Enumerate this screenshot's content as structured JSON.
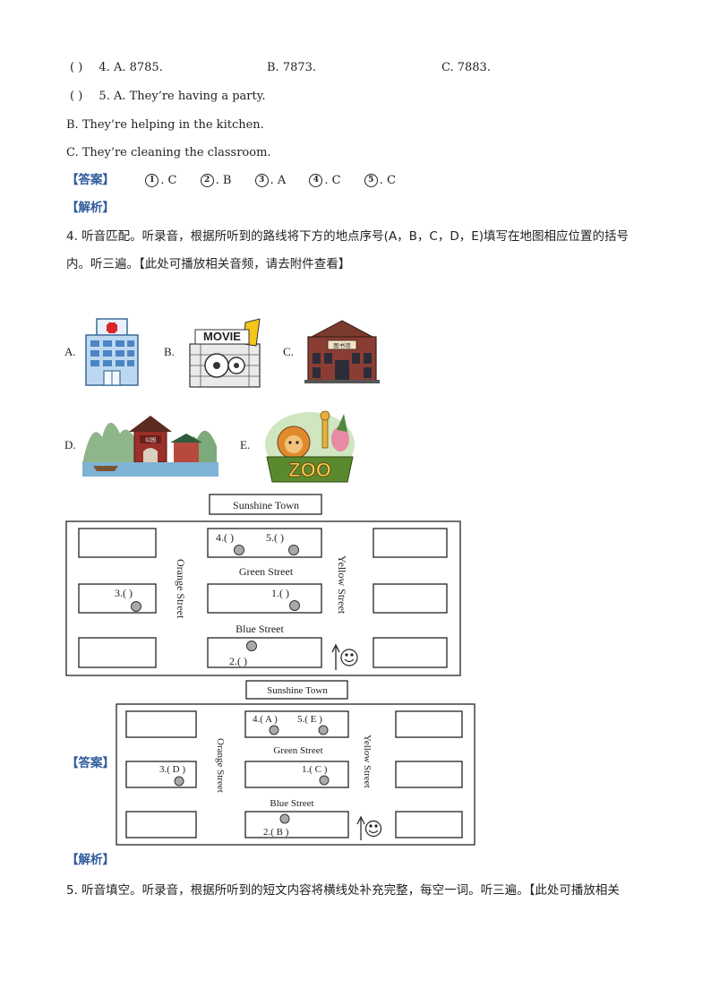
{
  "q4_option": {
    "paren": "(          )",
    "num": "4. A. 8785.",
    "b": "B. 7873.",
    "c": "C. 7883."
  },
  "q5_option": {
    "paren": "(          )",
    "num": "5. A. They’re having a party."
  },
  "q5_b": "B. They’re helping in the kitchen.",
  "q5_c": "C. They’re cleaning the classroom.",
  "answer1": {
    "header": "【答案】",
    "items": [
      {
        "mark": "1",
        "text": ". C"
      },
      {
        "mark": "2",
        "text": ". B"
      },
      {
        "mark": "3",
        "text": ". A"
      },
      {
        "mark": "4",
        "text": ". C"
      },
      {
        "mark": "5",
        "text": ". C"
      }
    ]
  },
  "analysis1": "【解析】",
  "section4": {
    "line1": "4. 听音匹配。听录音，根据所听到的路线将下方的地点序号(A，B，C，D，E)填写在地图相应位置的括号",
    "line2": "内。听三遍。【此处可播放相关音频，请去附件查看】"
  },
  "pictures": {
    "a": "A.",
    "b": "B.",
    "c": "C.",
    "d": "D.",
    "e": "E.",
    "movie_sign": "MOVIE",
    "zoo_sign": "ZOO",
    "park_sign": "公园",
    "library_sign": "图书馆"
  },
  "map_question": {
    "title": "Sunshine Town",
    "green_street": "Green Street",
    "blue_street": "Blue Street",
    "orange_street": "Orange Street",
    "yellow_street": "Yellow Street",
    "p4": "4.(      )",
    "p5": "5.(      )",
    "p3": "3.(      )",
    "p1": "1.(      )",
    "p2": "2.(      )"
  },
  "answer2": {
    "header": "【答案】",
    "title": "Sunshine Town",
    "green_street": "Green Street",
    "blue_street": "Blue Street",
    "orange_street": "Orange Street",
    "yellow_street": "Yellow Street",
    "p4": "4.( A )",
    "p5": "5.( E )",
    "p3": "3.( D )",
    "p1": "1.( C )",
    "p2": "2.( B )"
  },
  "analysis2": "【解析】",
  "section5": "5. 听音填空。听录音，根据所听到的短文内容将横线处补充完整，每空一词。听三遍。【此处可播放相关"
}
